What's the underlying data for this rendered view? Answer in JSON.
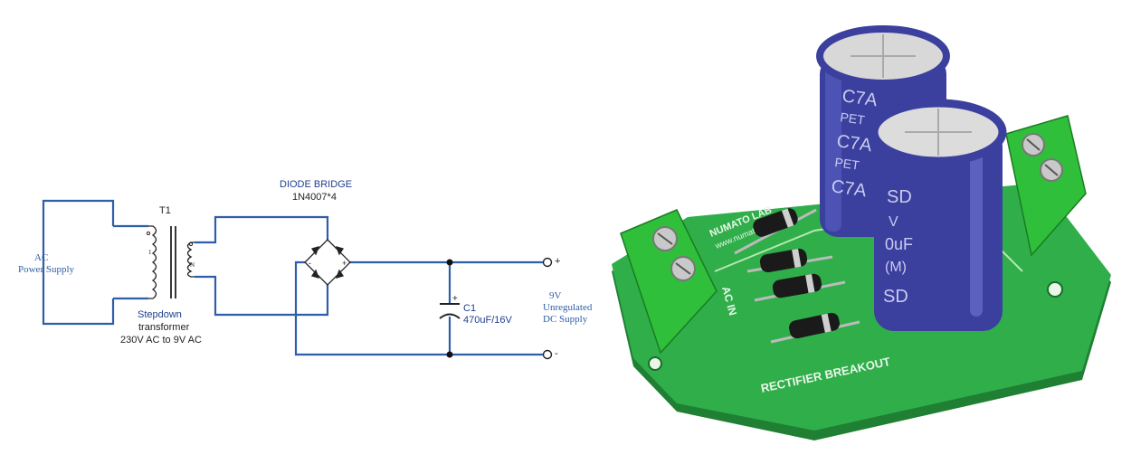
{
  "schematic": {
    "source_label": "AC",
    "source_label_2": "Power Supply",
    "transformer_ref": "T1",
    "transformer_pin_primary": "1",
    "transformer_pin_secondary": "N",
    "transformer_caption_1": "Stepdown",
    "transformer_caption_2": "transformer",
    "transformer_caption_3": "230V AC to 9V AC",
    "bridge_title": "DIODE BRIDGE",
    "bridge_part": "1N4007*4",
    "capacitor_ref": "C1",
    "capacitor_value": "470uF/16V",
    "capacitor_polarity": "+",
    "output_plus": "+",
    "output_minus": "-",
    "output_label_1": "9V",
    "output_label_2": "Unregulated",
    "output_label_3": "DC Supply",
    "wire_color": "#2f5ea8",
    "component_color": "#222222",
    "label_color": "#1f3f8f"
  },
  "board_photo": {
    "board_title": "RECTIFIER BREAKOUT",
    "brand": "NUMATO LAB",
    "brand_url": "www.numato.com",
    "input_label": "AC IN",
    "cap_marking_1": "C7A",
    "cap_marking_2": "PET",
    "cap_marking_3": "SD",
    "cap_marking_4": "V",
    "cap_marking_5": "0uF",
    "cap_marking_6": "(M)",
    "pcb_color": "#2fae4a",
    "terminal_color": "#2fbf3a",
    "capacitor_color": "#3b3f9e"
  }
}
